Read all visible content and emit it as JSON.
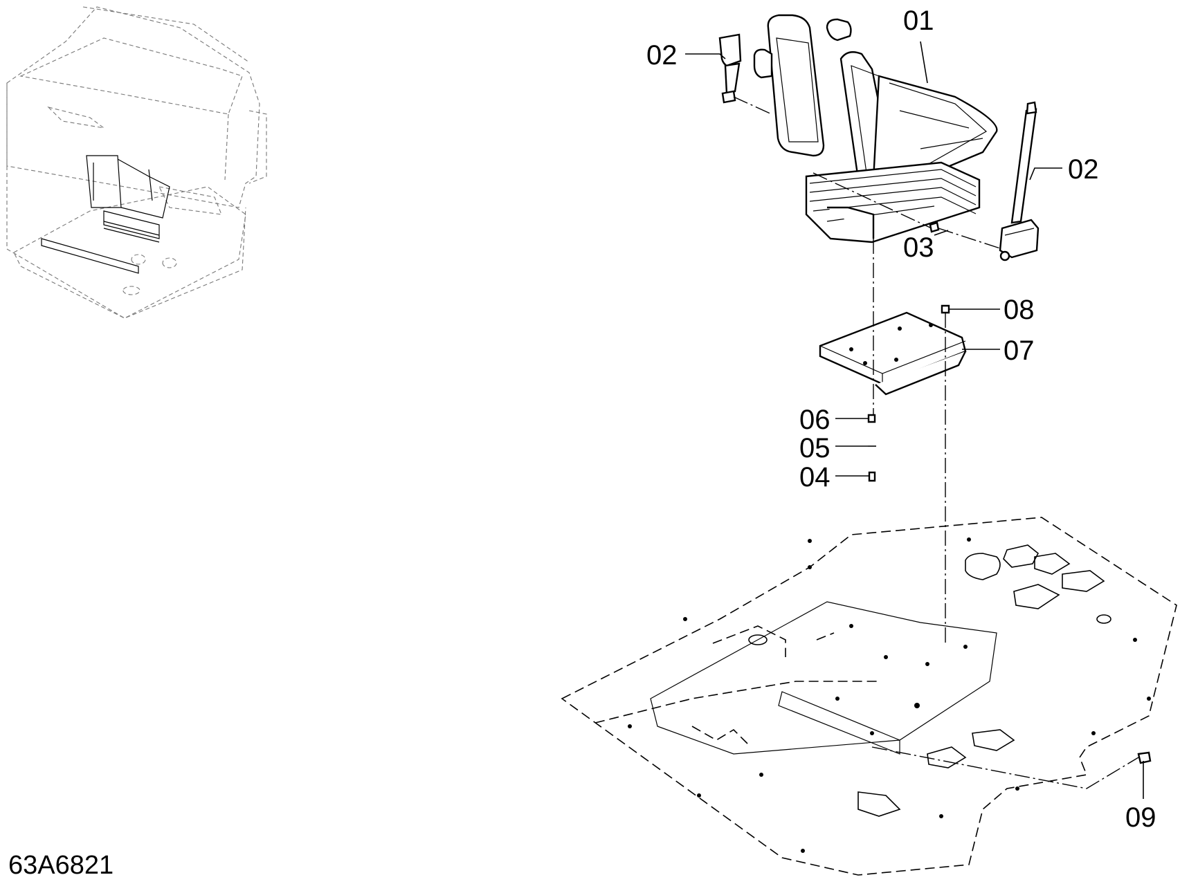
{
  "drawing_number": "63A6821",
  "callouts": {
    "c01": "01",
    "c02_left": "02",
    "c02_right": "02",
    "c03": "03",
    "c04": "04",
    "c05": "05",
    "c06": "06",
    "c07": "07",
    "c08": "08",
    "c09": "09"
  }
}
